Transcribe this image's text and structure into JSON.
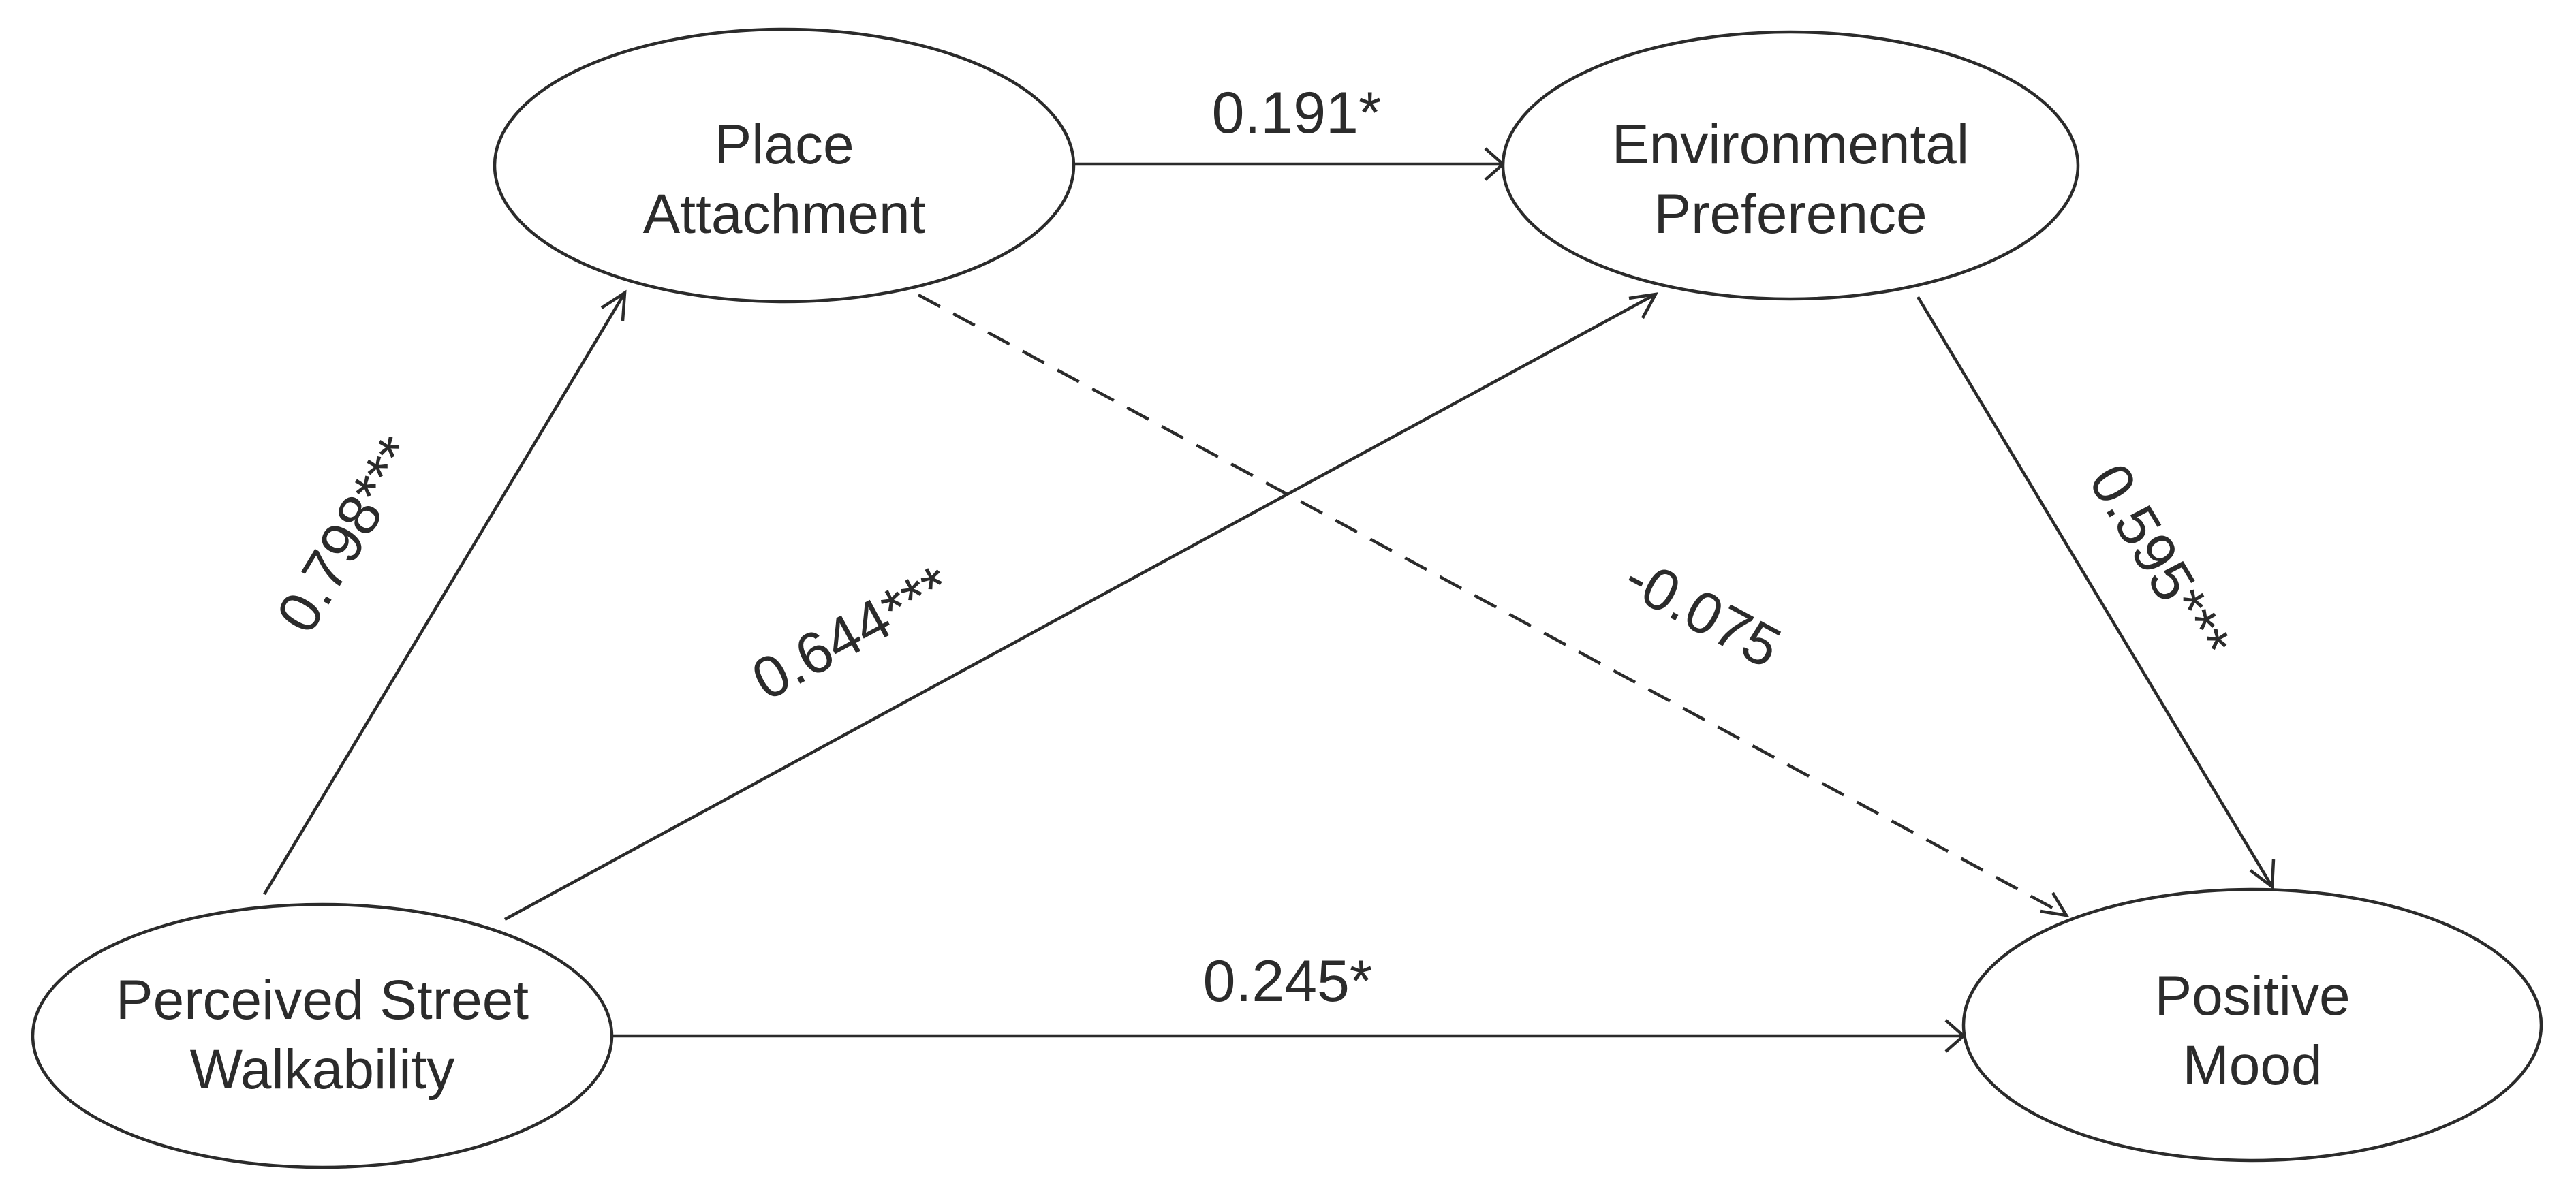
{
  "nodes": {
    "place_attachment": {
      "line1": "Place",
      "line2": "Attachment"
    },
    "environmental_preference": {
      "line1": "Environmental",
      "line2": "Preference"
    },
    "perceived_street_walkability": {
      "line1": "Perceived Street",
      "line2": "Walkability"
    },
    "positive_mood": {
      "line1": "Positive",
      "line2": "Mood"
    }
  },
  "paths": {
    "walkability_to_attachment": {
      "coefficient": "0.798***",
      "line_style": "solid"
    },
    "attachment_to_preference": {
      "coefficient": "0.191*",
      "line_style": "solid"
    },
    "walkability_to_preference": {
      "coefficient": "0.644***",
      "line_style": "solid"
    },
    "attachment_to_mood": {
      "coefficient": "-0.075",
      "line_style": "dashed"
    },
    "preference_to_mood": {
      "coefficient": "0.595***",
      "line_style": "solid"
    },
    "walkability_to_mood": {
      "coefficient": "0.245*",
      "line_style": "solid"
    }
  },
  "colors": {
    "ink": "#2b2b2b",
    "background": "#ffffff"
  }
}
